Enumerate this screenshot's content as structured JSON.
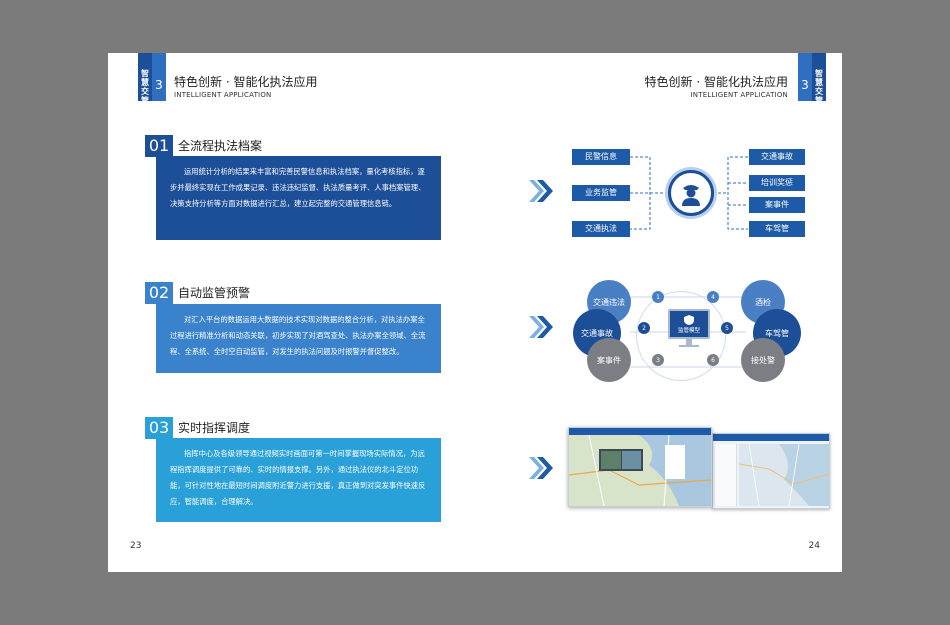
{
  "left_tab": {
    "brand": "智慧交管",
    "chapter": "3"
  },
  "right_tab": {
    "brand": "智慧交管",
    "chapter": "3"
  },
  "header": {
    "title": "特色创新 · 智能化执法应用",
    "subtitle": "INTELLIGENT APPLICATION"
  },
  "sections": [
    {
      "number": "01",
      "title": "全流程执法档案",
      "body": "运用统计分析的结果来丰富和完善民警信息和执法档案，量化考核指标，逐步并最终实现在工作成果记录、违法违纪监督、执法质量考评、人事档案管理、决策支持分析等方面对数据进行汇总，建立起完整的交通管理信息链。",
      "color": "#1d4f99"
    },
    {
      "number": "02",
      "title": "自动监管预警",
      "body": "对汇入平台的数据运用大数据的技术实现对数据的整合分析，对执法办案全过程进行精准分析和动态关联，初步实现了对酒驾查处、执法办案全领域、全流程、全系统、全时空自动监管，对发生的执法问题及时报警并督促整改。",
      "color": "#3a82cc"
    },
    {
      "number": "03",
      "title": "实时指挥调度",
      "body": "指挥中心及各级领导通过视频实时画面可第一时间掌握现场实际情况，为远程指挥调度提供了可靠的、实时的情报支撑。另外，通过执法仪的北斗定位功能，可针对性地在最短时间调度附近警力进行支援，真正做到对突发事件快速反应，智能调度，合理解决。",
      "color": "#2aa0d8"
    }
  ],
  "diagram1": {
    "left": [
      "民警信息",
      "业务监管",
      "交通执法"
    ],
    "right": [
      "交通事故",
      "培训奖惩",
      "案事件",
      "车驾管"
    ]
  },
  "diagram2": {
    "center": "监管模型",
    "nodes": [
      {
        "label": "交通违法",
        "num": "1"
      },
      {
        "label": "交通事故",
        "num": "2"
      },
      {
        "label": "案事件",
        "num": "3"
      },
      {
        "label": "酒检",
        "num": "4"
      },
      {
        "label": "车驾管",
        "num": "5"
      },
      {
        "label": "接处警",
        "num": "6"
      }
    ]
  },
  "page_numbers": {
    "left": "23",
    "right": "24"
  },
  "colors": {
    "brand_dark": "#1d4f99",
    "brand_mid": "#3a82cc",
    "brand_light": "#2aa0d8"
  }
}
